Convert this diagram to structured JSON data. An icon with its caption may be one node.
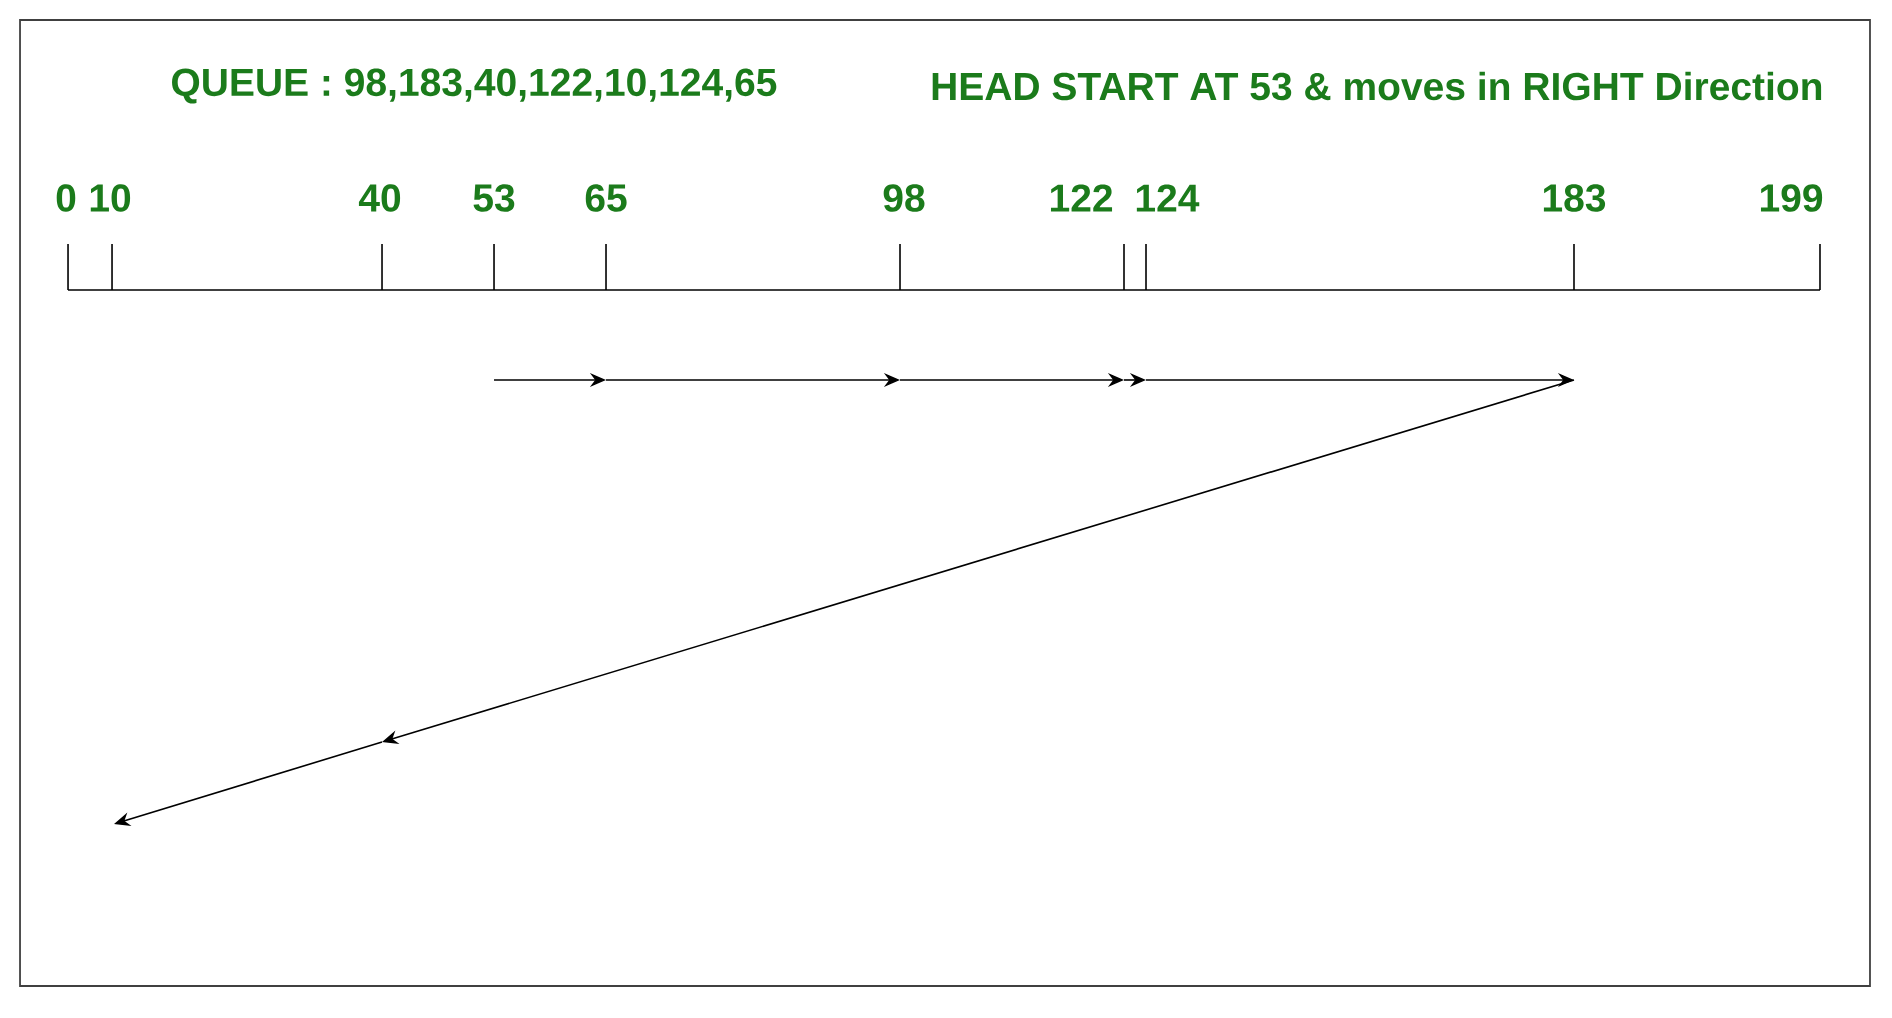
{
  "diagram": {
    "labels": [
      "QUEUE : 98,183,40,122,10,124,65",
      "HEAD START AT 53 & moves in RIGHT Direction",
      "0",
      "10",
      "40",
      "53",
      "65",
      "98",
      "122",
      "124",
      "183",
      "199"
    ]
  }
}
